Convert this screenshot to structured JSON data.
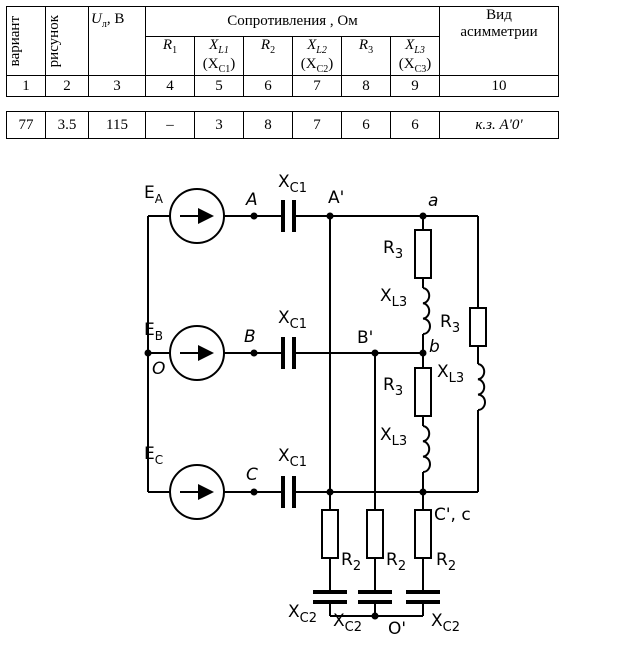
{
  "table": {
    "col_variant": "вариант",
    "col_figure": "рисунок",
    "col_voltage_U": "U",
    "col_voltage_sub": "л",
    "col_voltage_unit": ", В",
    "col_resistances": "Сопротивления , Ом",
    "col_asym_line1": "Вид",
    "col_asym_line2": "асимметрии",
    "sub": [
      {
        "main": "R",
        "sub": "1",
        "alt": "",
        "alt_sub": ""
      },
      {
        "main": "X",
        "sub": "L1",
        "alt": "(X",
        "alt_sub": "C1"
      },
      {
        "main": "R",
        "sub": "2",
        "alt": "",
        "alt_sub": ""
      },
      {
        "main": "X",
        "sub": "L2",
        "alt": "(X",
        "alt_sub": "C2"
      },
      {
        "main": "R",
        "sub": "3",
        "alt": "",
        "alt_sub": ""
      },
      {
        "main": "X",
        "sub": "L3",
        "alt": "(X",
        "alt_sub": "C3"
      }
    ],
    "numbers": [
      "1",
      "2",
      "3",
      "4",
      "5",
      "6",
      "7",
      "8",
      "9",
      "10"
    ],
    "values": [
      "77",
      "3.5",
      "115",
      "–",
      "3",
      "8",
      "7",
      "6",
      "6",
      "к.з. A'0'"
    ]
  },
  "circuit": {
    "EA": "E",
    "EA_sub": "A",
    "EB": "E",
    "EB_sub": "B",
    "EC": "E",
    "EC_sub": "C",
    "node_A": "A",
    "node_B": "B",
    "node_C": "C",
    "node_O": "O",
    "node_A1": "A'",
    "node_B1": "B'",
    "node_a": "a",
    "node_b": "b",
    "node_Cc": "C', c",
    "node_O1": "O'",
    "Xc1": "X",
    "Xc1_sub": "C1",
    "R3": "R",
    "R3_sub": "3",
    "XL3": "X",
    "XL3_sub": "L3",
    "R2": "R",
    "R2_sub": "2",
    "Xc2": "X",
    "Xc2_sub": "C2"
  }
}
